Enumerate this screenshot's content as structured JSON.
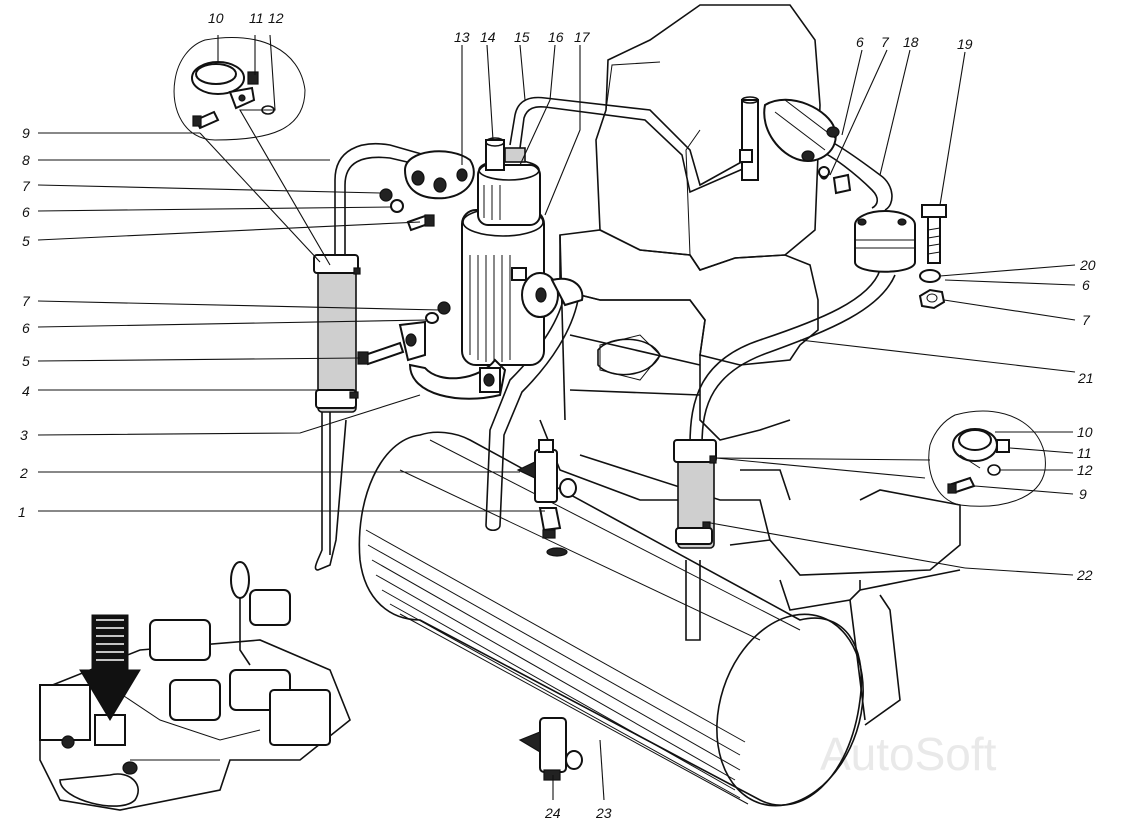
{
  "watermark": "AutoSoft",
  "callouts": {
    "c1": "1",
    "c2": "2",
    "c3": "3",
    "c4": "4",
    "c5a": "5",
    "c5b": "5",
    "c6a": "6",
    "c6b": "6",
    "c6c": "6",
    "c6d": "6",
    "c7a": "7",
    "c7b": "7",
    "c7c": "7",
    "c7d": "7",
    "c8": "8",
    "c9a": "9",
    "c9b": "9",
    "c10a": "10",
    "c10b": "10",
    "c11a": "11",
    "c11b": "11",
    "c12a": "12",
    "c12b": "12",
    "c13": "13",
    "c14": "14",
    "c15": "15",
    "c16": "16",
    "c17": "17",
    "c18": "18",
    "c19": "19",
    "c20": "20",
    "c21": "21",
    "c22": "22",
    "c23": "23",
    "c24": "24"
  }
}
